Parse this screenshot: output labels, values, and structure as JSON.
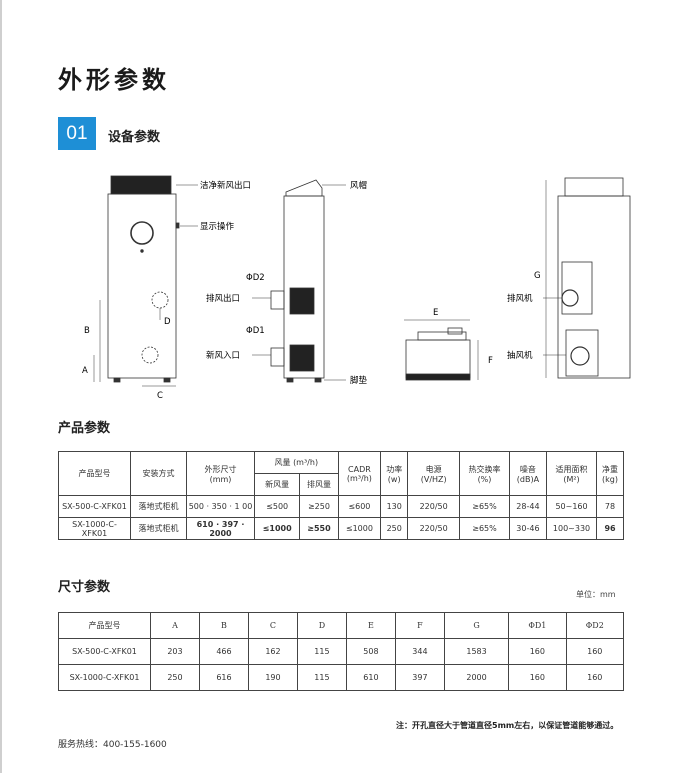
{
  "page_title": "外形参数",
  "section": {
    "number": "01",
    "label": "设备参数"
  },
  "diagram": {
    "front_labels": {
      "outlet": "洁净新风出口",
      "display": "显示操作",
      "d": "D",
      "b": "B",
      "a": "A",
      "c": "C"
    },
    "side_labels": {
      "hood": "风帽",
      "phi_d2": "ΦD2",
      "exhaust": "排风出口",
      "phi_d1": "ΦD1",
      "fresh": "新风入口",
      "foot": "脚垫"
    },
    "top_labels": {
      "e": "E",
      "f": "F"
    },
    "rear_labels": {
      "g": "G",
      "exhaust_fan": "排风机",
      "intake_fan": "抽风机"
    }
  },
  "product_params": {
    "title": "产品参数",
    "headers": {
      "model": "产品型号",
      "install": "安装方式",
      "size": "外形尺寸",
      "size_unit": "(mm)",
      "airflow": "风量",
      "airflow_unit": "(m³/h)",
      "fresh_air": "新风量",
      "exhaust_air": "排风量",
      "cadr": "CADR",
      "cadr_unit": "(m³/h)",
      "power": "功率",
      "power_unit": "(w)",
      "supply": "电源",
      "supply_unit": "(V/HZ)",
      "heat": "热交换率",
      "heat_unit": "(%)",
      "noise": "噪音",
      "noise_unit": "(dB)A",
      "area": "适用面积",
      "area_unit": "(M²)",
      "weight": "净重",
      "weight_unit": "(kg)"
    },
    "rows": [
      {
        "model": "SX-500-C-XFK01",
        "install": "落地式柜机",
        "size": "500 · 350 · 1 00",
        "fresh": "≤500",
        "exhaust": "≥250",
        "cadr": "≤600",
        "power": "130",
        "supply": "220/50",
        "heat": "≥65%",
        "noise": "28-44",
        "area": "50~160",
        "weight": "78"
      },
      {
        "model": "SX-1000-C-XFK01",
        "install": "落地式柜机",
        "size": "610 · 397 · 2000",
        "fresh": "≤1000",
        "exhaust": "≥550",
        "cadr": "≤1000",
        "power": "250",
        "supply": "220/50",
        "heat": "≥65%",
        "noise": "30-46",
        "area": "100~330",
        "weight": "96"
      }
    ]
  },
  "dimension_params": {
    "title": "尺寸参数",
    "unit": "单位：mm",
    "headers": [
      "产品型号",
      "A",
      "B",
      "C",
      "D",
      "E",
      "F",
      "G",
      "ΦD1",
      "ΦD2"
    ],
    "rows": [
      [
        "SX-500-C-XFK01",
        "203",
        "466",
        "162",
        "115",
        "508",
        "344",
        "1583",
        "160",
        "160"
      ],
      [
        "SX-1000-C-XFK01",
        "250",
        "616",
        "190",
        "115",
        "610",
        "397",
        "2000",
        "160",
        "160"
      ]
    ]
  },
  "note": "注：开孔直径大于管道直径5mm左右，以保证管道能够通过。",
  "hotline": "服务热线：400-155-1600",
  "colors": {
    "accent": "#1e8fd6"
  }
}
